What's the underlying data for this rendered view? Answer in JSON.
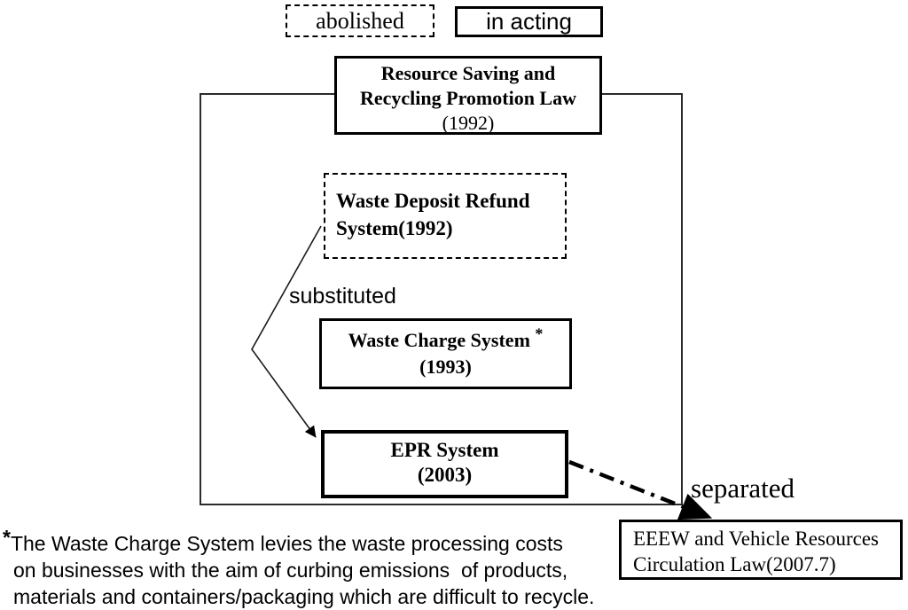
{
  "legend": {
    "abolished_label": "abolished",
    "in_acting_label": "in acting"
  },
  "diagram": {
    "title_box": {
      "line1": "Resource Saving and",
      "line2": "Recycling Promotion Law",
      "year": "(1992)"
    },
    "waste_deposit_box": {
      "line1": "Waste Deposit Refund",
      "line2": "System(1992)"
    },
    "substituted_label": "substituted",
    "waste_charge_box": {
      "title": "Waste Charge System",
      "asterisk": "*",
      "year": "(1993)"
    },
    "epr_box": {
      "title": "EPR System",
      "year": "(2003)"
    },
    "separated_label": "separated",
    "eeew_box": {
      "line1": "EEEW and Vehicle Resources",
      "line2": "Circulation Law(2007.7)"
    }
  },
  "footnote": {
    "asterisk": "*",
    "lines": [
      "The Waste Charge System levies the waste processing costs",
      "on businesses with the aim of curbing emissions  of products,",
      "materials and containers/packaging which are difficult to recycle."
    ]
  },
  "colors": {
    "ink": "#000000",
    "background": "#ffffff"
  }
}
